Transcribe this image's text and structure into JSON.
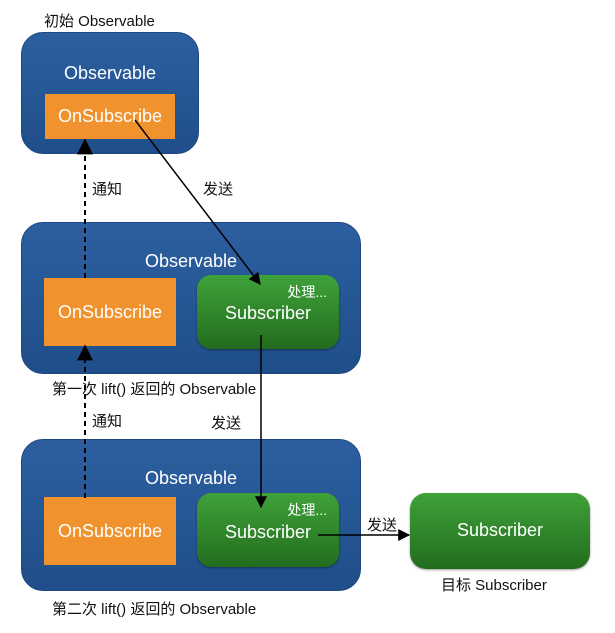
{
  "captions": {
    "initial": "初始 Observable",
    "first_lift": "第一次 lift() 返回的 Observable",
    "second_lift": "第二次 lift() 返回的 Observable",
    "target": "目标 Subscriber"
  },
  "boxes": {
    "top": {
      "title": "Observable",
      "onsubscribe": "OnSubscribe"
    },
    "middle": {
      "title": "Observable",
      "onsubscribe": "OnSubscribe",
      "subscriber": "Subscriber",
      "processing": "处理..."
    },
    "bottom": {
      "title": "Observable",
      "onsubscribe": "OnSubscribe",
      "subscriber": "Subscriber",
      "processing": "处理..."
    },
    "target": {
      "subscriber": "Subscriber"
    }
  },
  "edges": {
    "notify_upper": "通知",
    "notify_lower": "通知",
    "send_upper": "发送",
    "send_lower": "发送",
    "send_right": "发送"
  },
  "colors": {
    "observable": "#2d5fa0",
    "onsubscribe": "#f0922d",
    "subscriber": "#2f8a2a"
  }
}
